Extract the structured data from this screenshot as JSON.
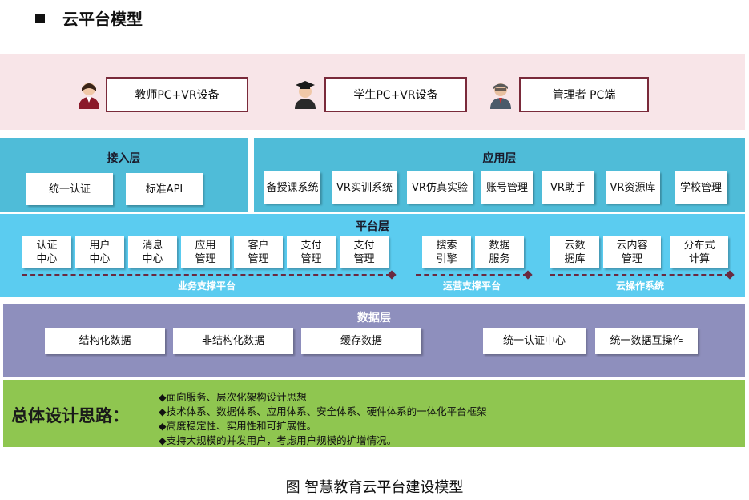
{
  "header": {
    "title": "云平台模型"
  },
  "users": {
    "teacher": "教师PC+VR设备",
    "student": "学生PC+VR设备",
    "admin": "管理者 PC端"
  },
  "access_layer": {
    "title": "接入层",
    "items": [
      "统一认证",
      "标准API"
    ]
  },
  "app_layer": {
    "title": "应用层",
    "items": [
      "备授课系统",
      "VR实训系统",
      "VR仿真实验",
      "账号管理",
      "VR助手",
      "VR资源库",
      "学校管理"
    ]
  },
  "platform_layer": {
    "title": "平台层",
    "business": {
      "label": "业务支撑平台",
      "items": [
        [
          "认证",
          "中心"
        ],
        [
          "用户",
          "中心"
        ],
        [
          "消息",
          "中心"
        ],
        [
          "应用",
          "管理"
        ],
        [
          "客户",
          "管理"
        ],
        [
          "支付",
          "管理"
        ],
        [
          "支付",
          "管理"
        ]
      ]
    },
    "operation": {
      "label": "运营支撑平台",
      "items": [
        [
          "搜索",
          "引擎"
        ],
        [
          "数据",
          "服务"
        ]
      ]
    },
    "cloud_os": {
      "label": "云操作系统",
      "items": [
        [
          "云数",
          "据库"
        ],
        [
          "云内容",
          "管理"
        ],
        [
          "分布式",
          "计算"
        ]
      ]
    }
  },
  "data_layer": {
    "title": "数据层",
    "items": [
      "结构化数据",
      "非结构化数据",
      "缓存数据",
      "统一认证中心",
      "统一数据互操作"
    ]
  },
  "summary": {
    "title": "总体设计思路：",
    "points": [
      "◆面向服务、层次化架构设计思想",
      "◆技术体系、数据体系、应用体系、安全体系、硬件体系的一体化平台框架",
      "◆高度稳定性、实用性和可扩展性。",
      "◆支持大规模的并发用户，考虑用户规模的扩增情况。"
    ]
  },
  "caption": "图  智慧教育云平台建设模型"
}
